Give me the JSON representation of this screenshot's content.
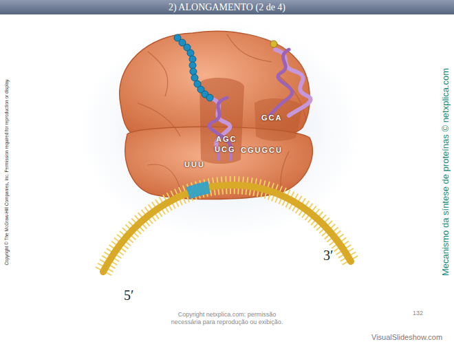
{
  "diagram": {
    "title": "2) ALONGAMENTO (2 de 4)",
    "labels": [
      "GCA",
      "AGC",
      "UCG",
      "UUU",
      "CGUGCU",
      "5′",
      "3′",
      "Copyright © The McGraw-Hill Companies, Inc. Permission required for reproduction or display.",
      "Mecanismo da síntese de proteínas © netxplica.com",
      "Copyright netxplica.com: permissão necessária para reprodução ou exibição.",
      "132",
      "VisualSlideshow.com"
    ]
  }
}
